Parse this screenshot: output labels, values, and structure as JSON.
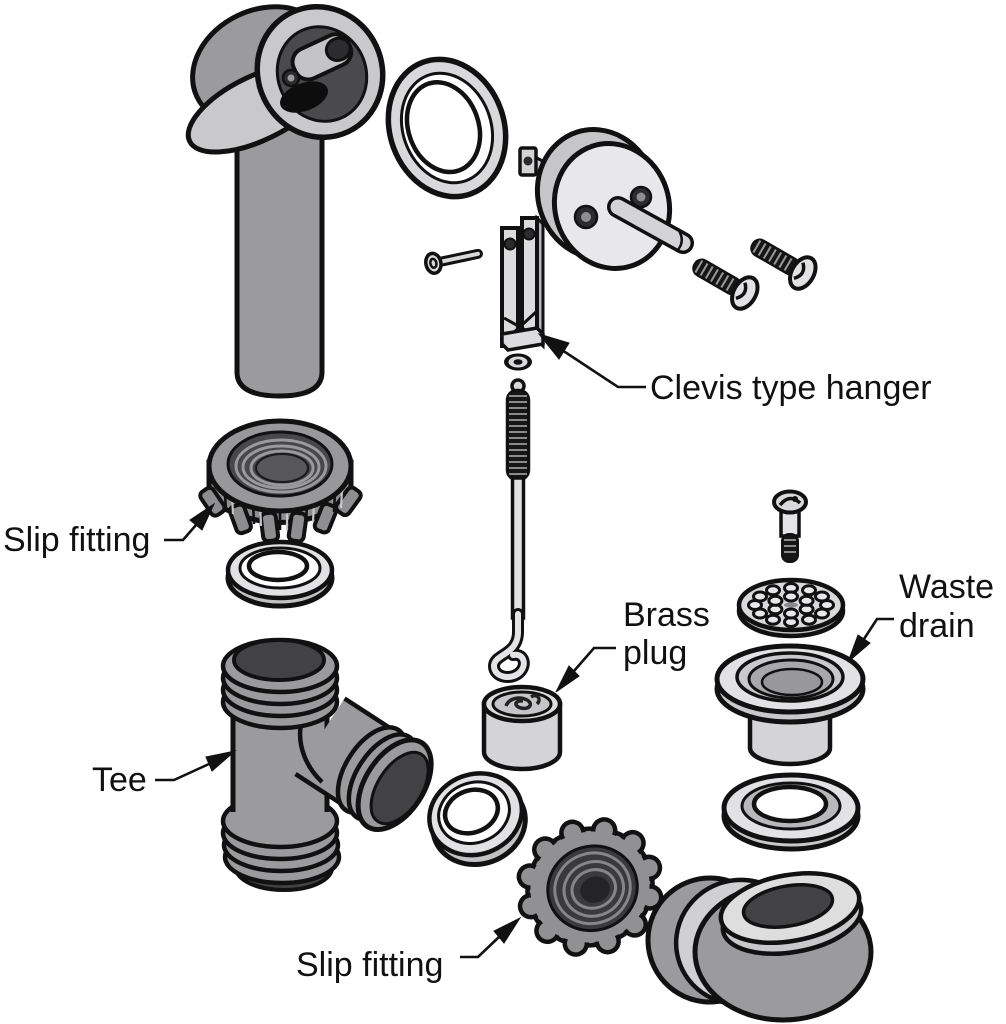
{
  "labels": {
    "clevis": "Clevis type hanger",
    "slip_fitting_top": "Slip fitting",
    "tee": "Tee",
    "brass_plug_line1": "Brass",
    "brass_plug_line2": "plug",
    "waste_drain_line1": "Waste",
    "waste_drain_line2": "drain",
    "slip_fitting_bottom": "Slip fitting"
  },
  "colors": {
    "background": "#ffffff",
    "outline": "#111111",
    "pipe_gray": "#9b9b9d",
    "nut_gray": "#8e8e90",
    "light_gray": "#d9d9db",
    "lighter_gray": "#e8e8ea",
    "flange_gray": "#c9c9cb",
    "dark_opening": "#424244",
    "black_parts": "#161616"
  }
}
